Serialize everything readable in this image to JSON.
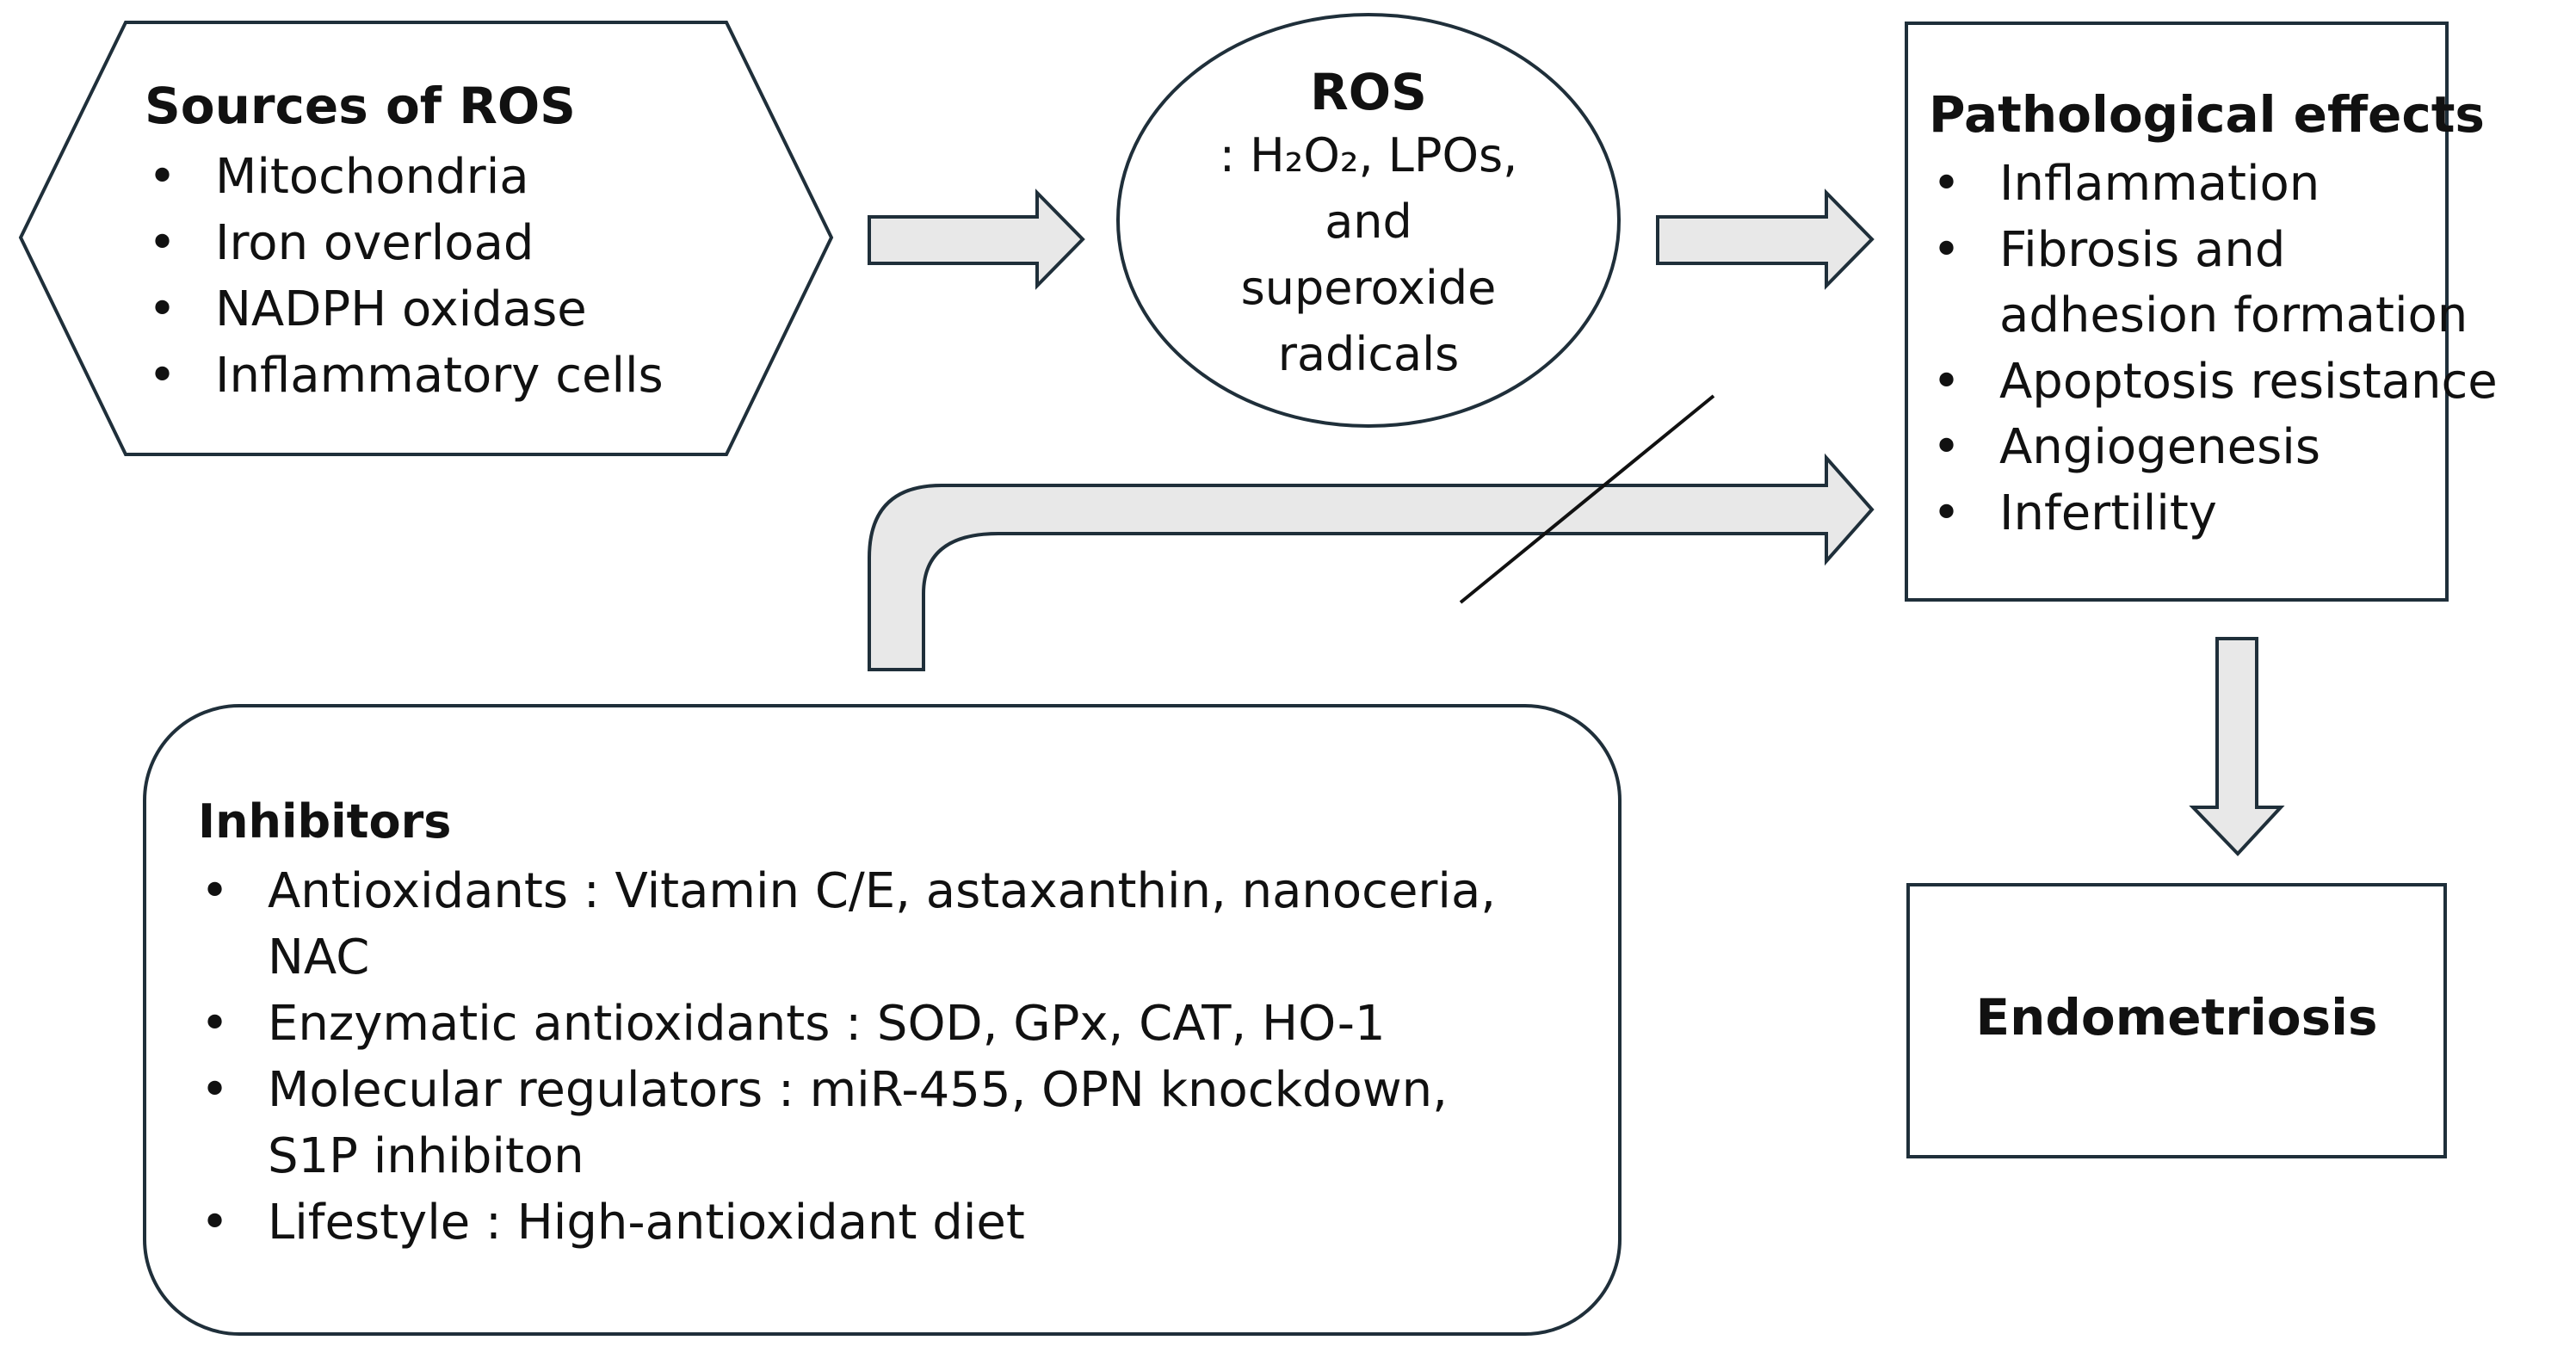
{
  "sources": {
    "title": "Sources of ROS",
    "items": [
      "Mitochondria",
      "Iron overload",
      "NADPH oxidase",
      "Inflammatory cells"
    ]
  },
  "ros": {
    "title": "ROS",
    "detail": ": H₂O₂, LPOs,\nand\nsuperoxide\nradicals"
  },
  "pathological": {
    "title": "Pathological effects",
    "items": [
      {
        "line1": "Inflammation",
        "line2": ""
      },
      {
        "line1": "Fibrosis and",
        "line2": "adhesion formation"
      },
      {
        "line1": "Apoptosis resistance",
        "line2": ""
      },
      {
        "line1": "Angiogenesis",
        "line2": ""
      },
      {
        "line1": "Infertility",
        "line2": ""
      }
    ]
  },
  "inhibitors": {
    "title": "Inhibitors",
    "items": [
      {
        "line1": "Antioxidants : Vitamin C/E, astaxanthin, nanoceria,",
        "line2": "NAC"
      },
      {
        "line1": "Enzymatic antioxidants : SOD, GPx, CAT, HO-1",
        "line2": ""
      },
      {
        "line1": "Molecular regulators : miR-455, OPN knockdown,",
        "line2": "S1P inhibiton"
      },
      {
        "line1": "Lifestyle : High-antioxidant diet",
        "line2": ""
      }
    ]
  },
  "outcome": {
    "label": "Endometriosis"
  },
  "colors": {
    "stroke": "#1f2f3a",
    "arrow_fill": "#e8e8e8",
    "background": "#ffffff"
  }
}
